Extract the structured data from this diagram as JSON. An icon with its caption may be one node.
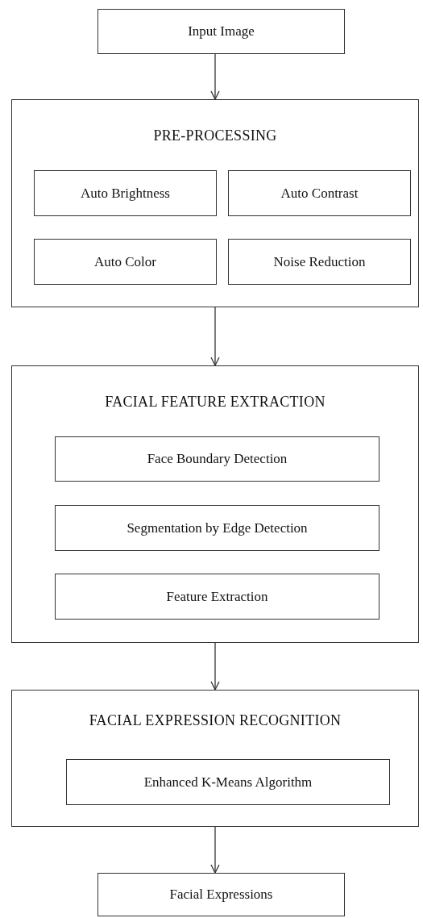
{
  "diagram": {
    "nodes": [
      {
        "text": [
          "Input Image"
        ]
      },
      {
        "text": [
          "PRE-PROCESSING"
        ]
      },
      {
        "text": [
          "Auto Brightness"
        ],
        "in": 1
      },
      {
        "text": [
          "Auto Contrast"
        ],
        "in": 1
      },
      {
        "text": [
          "Auto Color"
        ],
        "in": 1
      },
      {
        "text": [
          "Noise Reduction"
        ],
        "in": 1
      },
      {
        "text": [
          "FACIAL FEATURE EXTRACTION"
        ]
      },
      {
        "text": [
          "Face Boundary Detection"
        ],
        "in": 6
      },
      {
        "text": [
          "Segmentation by Edge Detection"
        ],
        "in": 6
      },
      {
        "text": [
          "Feature Extraction"
        ],
        "in": 6
      },
      {
        "text": [
          "FACIAL EXPRESSION RECOGNITION"
        ]
      },
      {
        "text": [
          "Enhanced K-Means Algorithm"
        ],
        "in": 10
      },
      {
        "text": [
          "Facial Expressions"
        ]
      }
    ],
    "edges": [
      {
        "from": 0,
        "to": 1,
        "arrow": "to"
      },
      {
        "from": 1,
        "to": 6,
        "arrow": "to"
      },
      {
        "from": 6,
        "to": 10,
        "arrow": "to"
      },
      {
        "from": 10,
        "to": 12,
        "arrow": "to"
      }
    ]
  }
}
